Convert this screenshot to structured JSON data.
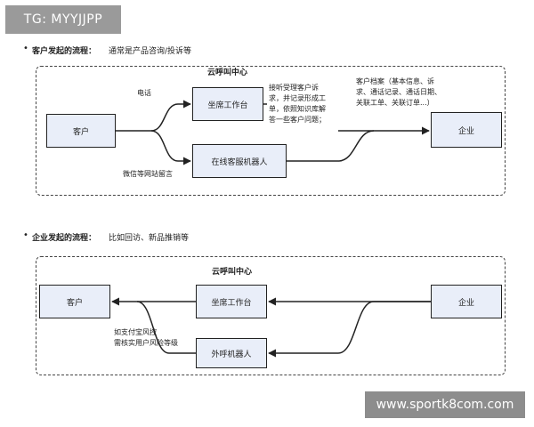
{
  "tag": "TG: MYYJJPP",
  "watermark": "www.sportk8com.com",
  "section1": {
    "bullet": "•",
    "title": "客户发起的流程：",
    "desc": "通常是产品咨询/投诉等",
    "frame_title": "云呼叫中心",
    "nodes": {
      "customer": "客户",
      "agent": "坐席工作台",
      "bot": "在线客服机器人",
      "company": "企业"
    },
    "labels": {
      "phone": "电话",
      "wechat": "微信等网站留言",
      "agent_note": "接听受理客户诉\n求，并记录形成工\n单，依照知识库解\n答一些客户问题；",
      "archive": "客户档案（基本信息、诉\n求、通话记录、通话日期、\n关联工单、关联订单...）"
    }
  },
  "section2": {
    "bullet": "•",
    "title": "企业发起的流程：",
    "desc": "比如回访、新品推销等",
    "frame_title": "云呼叫中心",
    "nodes": {
      "customer": "客户",
      "agent": "坐席工作台",
      "outbound": "外呼机器人",
      "company": "企业"
    },
    "labels": {
      "risk": "如支付宝风控\n需核实用户风险等级"
    }
  }
}
